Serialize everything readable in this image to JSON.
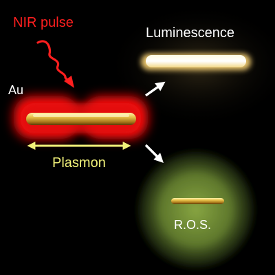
{
  "labels": {
    "nir_pulse": "NIR pulse",
    "au": "Au",
    "plasmon": "Plasmon",
    "luminescence": "Luminescence",
    "ros": "R.O.S."
  },
  "colors": {
    "background": "#000000",
    "nir": "#ff1f1f",
    "plasmon": "#f2f27a",
    "text": "#ffffff",
    "gold": "#d7a82c",
    "ros_glow": "#7c9a3a"
  }
}
